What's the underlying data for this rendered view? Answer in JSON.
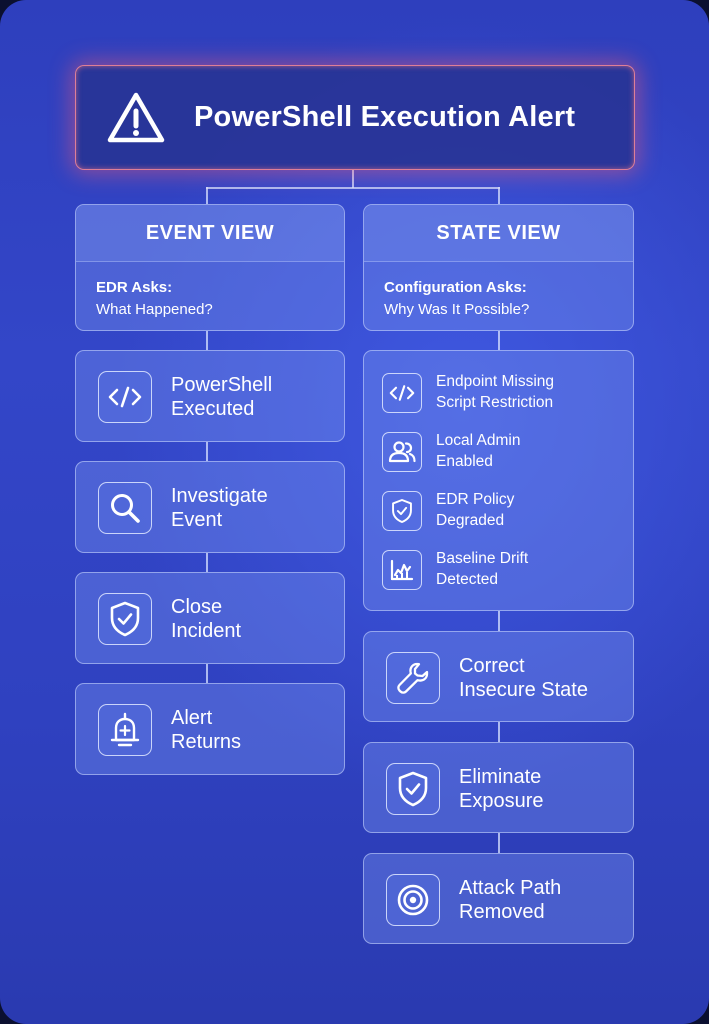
{
  "alert": {
    "title": "PowerShell Execution Alert",
    "icon": "warning-triangle-icon"
  },
  "event_view": {
    "title": "EVENT VIEW",
    "question_label": "EDR Asks:",
    "question_text": "What Happened?",
    "steps": [
      {
        "line1": "PowerShell",
        "line2": "Executed",
        "icon": "code-icon"
      },
      {
        "line1": "Investigate",
        "line2": "Event",
        "icon": "search-icon"
      },
      {
        "line1": "Close",
        "line2": "Incident",
        "icon": "shield-check-icon"
      },
      {
        "line1": "Alert",
        "line2": "Returns",
        "icon": "alarm-bell-icon"
      }
    ]
  },
  "state_view": {
    "title": "STATE VIEW",
    "question_label": "Configuration Asks:",
    "question_text": "Why Was It Possible?",
    "findings": [
      {
        "line1": "Endpoint Missing",
        "line2": "Script Restriction",
        "icon": "code-icon"
      },
      {
        "line1": "Local Admin",
        "line2": "Enabled",
        "icon": "users-icon"
      },
      {
        "line1": "EDR Policy",
        "line2": "Degraded",
        "icon": "shield-check-icon"
      },
      {
        "line1": "Baseline Drift",
        "line2": "Detected",
        "icon": "drift-chart-icon"
      }
    ],
    "steps": [
      {
        "line1": "Correct",
        "line2": "Insecure State",
        "icon": "wrench-icon"
      },
      {
        "line1": "Eliminate",
        "line2": "Exposure",
        "icon": "shield-check-icon"
      },
      {
        "line1": "Attack Path",
        "line2": "Removed",
        "icon": "target-icon"
      }
    ]
  },
  "colors": {
    "background": "#3346c8",
    "alert_glow": "#ff5a6e",
    "panel": "#7390eb"
  }
}
